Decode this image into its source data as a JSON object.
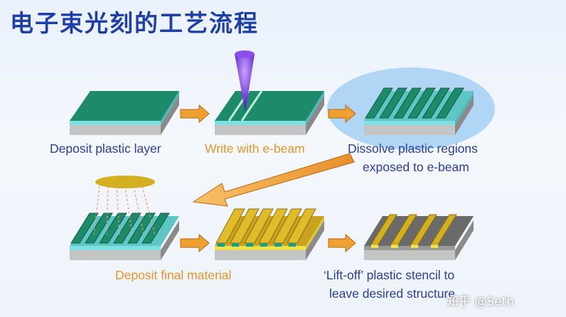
{
  "title": "电子束光刻的工艺流程",
  "steps": [
    {
      "lines": [
        "Deposit plastic layer"
      ]
    },
    {
      "lines": [
        "Write with e-beam"
      ]
    },
    {
      "lines": [
        "Dissolve plastic regions",
        "exposed to e-beam"
      ]
    },
    {
      "lines": [
        "Deposit final material"
      ]
    },
    {
      "lines": [
        "‘Lift-off’ plastic stencil to",
        "leave desired structure"
      ]
    }
  ],
  "watermark": "知乎 @Seth",
  "colors": {
    "title": "#1f3fa8",
    "label_blue": "#2b3d9e",
    "label_orange": "#e59628",
    "plastic": "#1d8a6a",
    "interlayer": "#7fe0e0",
    "substrate": "#c4c4c4",
    "material": "#c9a320",
    "arrow": "#f0a030",
    "beam": "#6a2fd8",
    "highlight": "#a8d2f4"
  }
}
